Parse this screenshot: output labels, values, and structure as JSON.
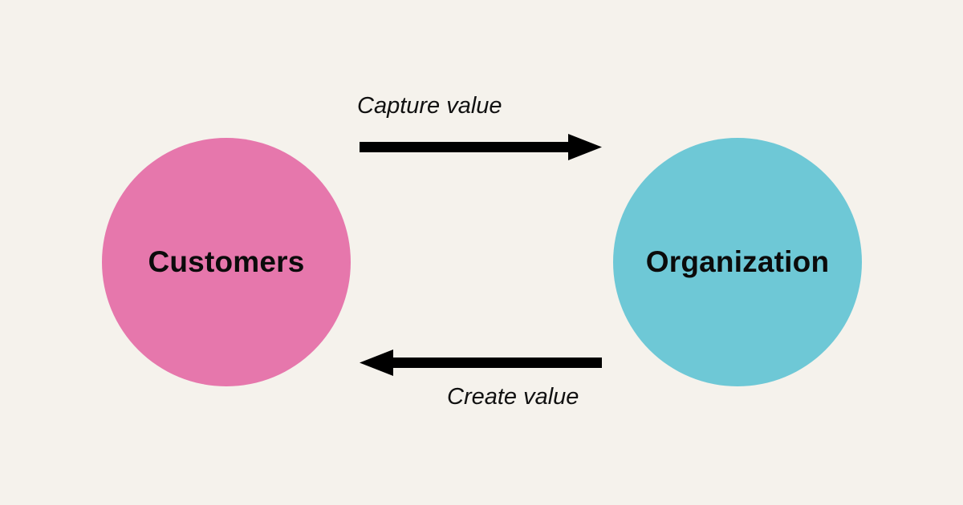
{
  "diagram": {
    "background_color": "#f5f2ec",
    "nodes": [
      {
        "id": "customers",
        "label": "Customers",
        "color": "#e677ac"
      },
      {
        "id": "organization",
        "label": "Organization",
        "color": "#6ec8d6"
      }
    ],
    "edges": [
      {
        "from": "customers",
        "to": "organization",
        "label": "Capture value",
        "direction": "right"
      },
      {
        "from": "organization",
        "to": "customers",
        "label": "Create value",
        "direction": "left"
      }
    ],
    "arrow_color": "#000000"
  }
}
